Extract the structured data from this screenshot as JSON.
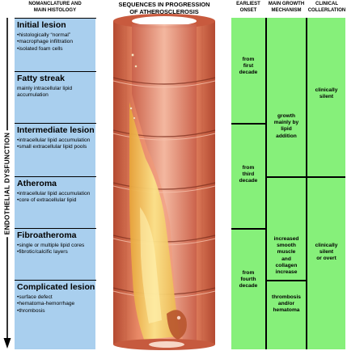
{
  "headers": {
    "nomenclature": "NOMANCLATURE AND\nMAIN HISTOLOGY",
    "sequences": "SEQUENCES IN PROGRESSION\nOF ATHEROSCLEROSIS",
    "onset": "EARLIEST\nONSET",
    "growth": "MAIN GROWTH\nMECHANISM",
    "clinical": "CLINICAL\nCOLLERLATION"
  },
  "side_label": "ENDOTHELIAL  DYSFUNCTION",
  "stages": [
    {
      "title": "Initial lesion",
      "items": [
        "histologically “normal”",
        "macrophage infiltration",
        "isolated foam cells"
      ]
    },
    {
      "title": "Fatty streak",
      "text": "mainly intracellular lipid\naccumulation"
    },
    {
      "title": "Intermediate lesion",
      "items": [
        "intracellular lipid accumulation",
        "small extracellular lipid pools"
      ]
    },
    {
      "title": "Atheroma",
      "items": [
        "intracellular lipid accumulation",
        "core of extracellular lipid"
      ]
    },
    {
      "title": "Fibroatheroma",
      "items": [
        "single or multiple lipid cores",
        "fibrotic/calcific layers"
      ]
    },
    {
      "title": "Complicated lesion",
      "items": [
        "surface defect",
        "hematoma-hemorrhage",
        "thrombosis"
      ]
    }
  ],
  "onset": {
    "first_decade": "from\nfirst\ndecade",
    "third_decade": "from\nthird\ndecade",
    "fourth_decade": "from\nfourth\ndecade"
  },
  "growth": {
    "lipid_addition": "growth\nmainly by\nlipid\naddition",
    "smooth_muscle": "increased\nsmooth\nmuscle\nand\ncollagen\nincrease",
    "thrombosis": "thrombosis\nand/or\nhematoma"
  },
  "clinical": {
    "silent": "clinically\nsilent",
    "silent_or_overt": "clinically\nsilent\nor overt"
  },
  "colors": {
    "histology_panel": "#a9cfee",
    "green_panel": "#86f07a",
    "vessel_wall": "#e37f5d",
    "lipid": "#f3c64a"
  }
}
